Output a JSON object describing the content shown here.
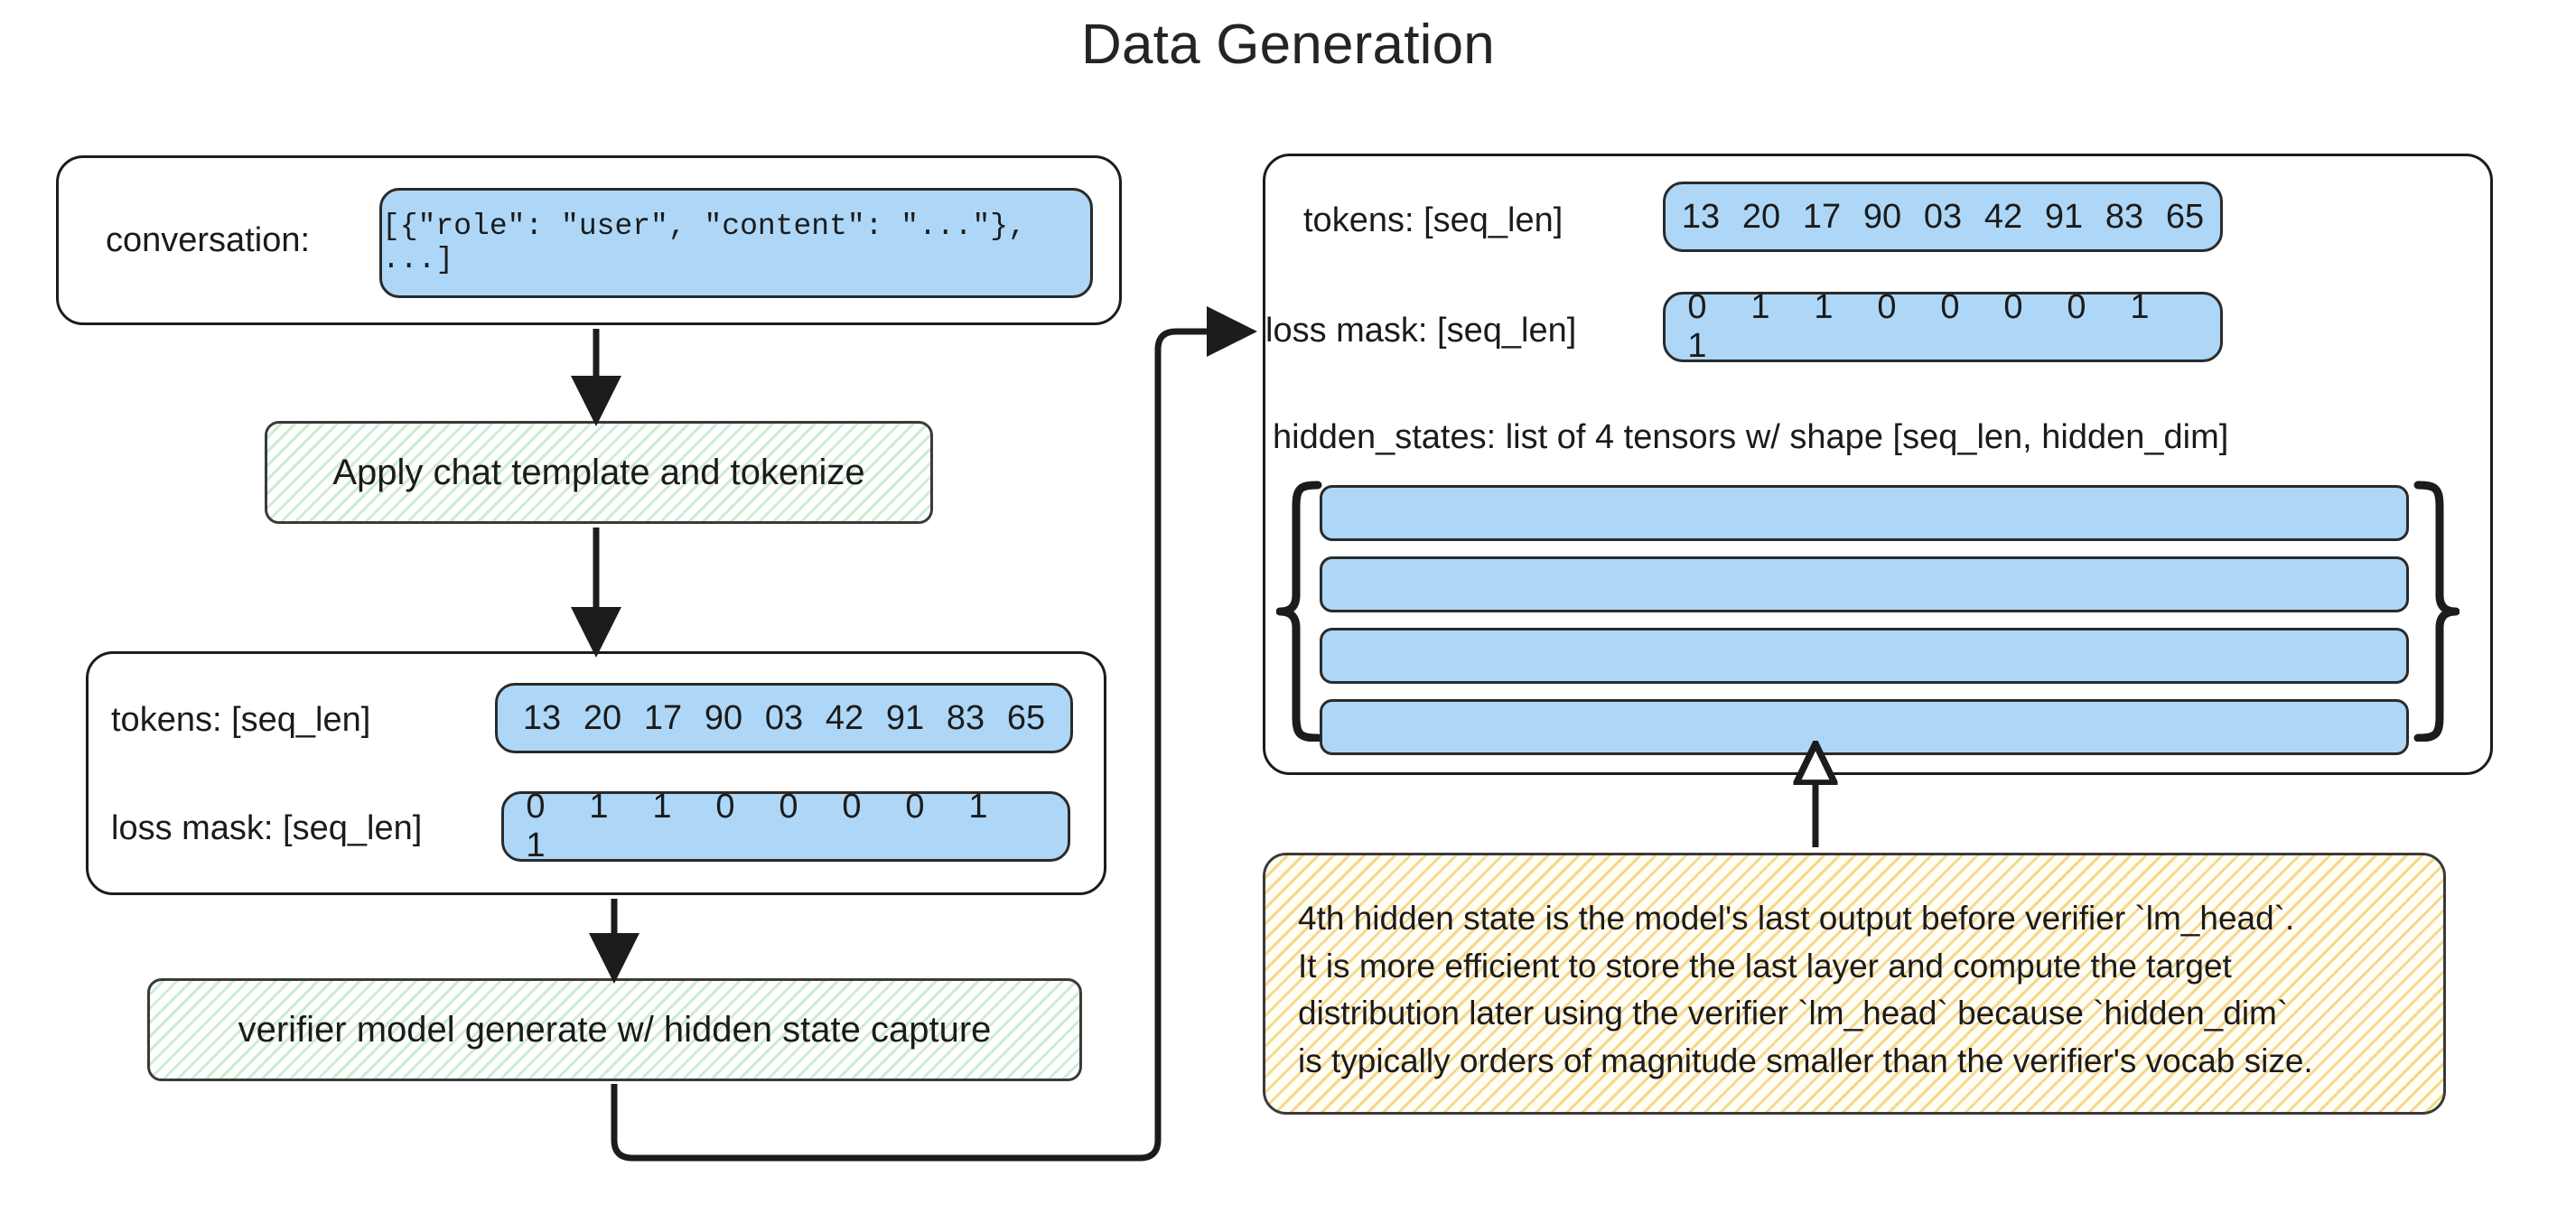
{
  "title": "Data Generation",
  "left_column": {
    "conversation_panel": {
      "label": "conversation:",
      "value": "[{\"role\": \"user\", \"content\": \"...\"}, ...]"
    },
    "process_1": {
      "label": "Apply chat template and tokenize"
    },
    "tensor_panel": {
      "tokens_label": "tokens: [seq_len]",
      "tokens": [
        "13",
        "20",
        "17",
        "90",
        "03",
        "42",
        "91",
        "83",
        "65"
      ],
      "loss_mask_label": "loss mask: [seq_len]",
      "loss_mask": [
        "0",
        "1",
        "1",
        "0",
        "0",
        "0",
        "0",
        "1",
        "1"
      ]
    },
    "process_2": {
      "label": "verifier model generate w/ hidden state capture"
    }
  },
  "right_column": {
    "output_panel": {
      "tokens_label": "tokens: [seq_len]",
      "tokens": [
        "13",
        "20",
        "17",
        "90",
        "03",
        "42",
        "91",
        "83",
        "65"
      ],
      "loss_mask_label": "loss mask: [seq_len]",
      "loss_mask": [
        "0",
        "1",
        "1",
        "0",
        "0",
        "0",
        "0",
        "1",
        "1"
      ],
      "hidden_states_label": "hidden_states: list of 4 tensors w/ shape [seq_len, hidden_dim]",
      "hidden_state_count": 4
    },
    "note": {
      "lines": [
        "4th hidden state is the model's last output before verifier `lm_head`.",
        "It is more efficient to store the last layer and compute the target",
        "distribution later using the verifier `lm_head` because `hidden_dim`",
        "is typically orders of magnitude smaller than the verifier's vocab size."
      ]
    }
  },
  "colors": {
    "chip_blue": "#aed7f7",
    "hatch_green": "#cdecd0",
    "hatch_yellow": "#f5d98a",
    "stroke": "#1c1c1c",
    "text": "#1b1b1b"
  },
  "connectors": [
    {
      "name": "conversation-to-tokenize",
      "kind": "arrow-down",
      "filled": true
    },
    {
      "name": "tokenize-to-tensors",
      "kind": "arrow-down",
      "filled": true
    },
    {
      "name": "tensors-to-verifier",
      "kind": "arrow-down",
      "filled": true
    },
    {
      "name": "verifier-to-output-panel",
      "kind": "elbow-arrow-right",
      "filled": true
    },
    {
      "name": "note-to-hidden-states",
      "kind": "arrow-up",
      "filled": false
    }
  ]
}
